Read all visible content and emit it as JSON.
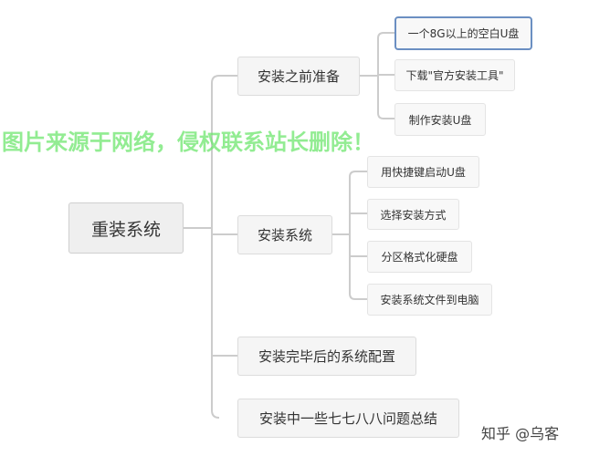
{
  "root": "重装系统",
  "branches": [
    {
      "label": "安装之前准备",
      "children": [
        "一个8G以上的空白U盘",
        "下载\"官方安装工具\"",
        "制作安装U盘"
      ]
    },
    {
      "label": "安装系统",
      "children": [
        "用快捷键启动U盘",
        "选择安装方式",
        "分区格式化硬盘",
        "安装系统文件到电脑"
      ]
    },
    {
      "label": "安装完毕后的系统配置",
      "children": []
    },
    {
      "label": "安装中一些七七八八问题总结",
      "children": []
    }
  ],
  "watermark": "图片来源于网络，侵权联系站长删除！",
  "credit": "知乎 @乌客",
  "colors": {
    "line": "#cccccc",
    "selected_border": "#6b8fc2",
    "watermark": "#6ee66e"
  }
}
